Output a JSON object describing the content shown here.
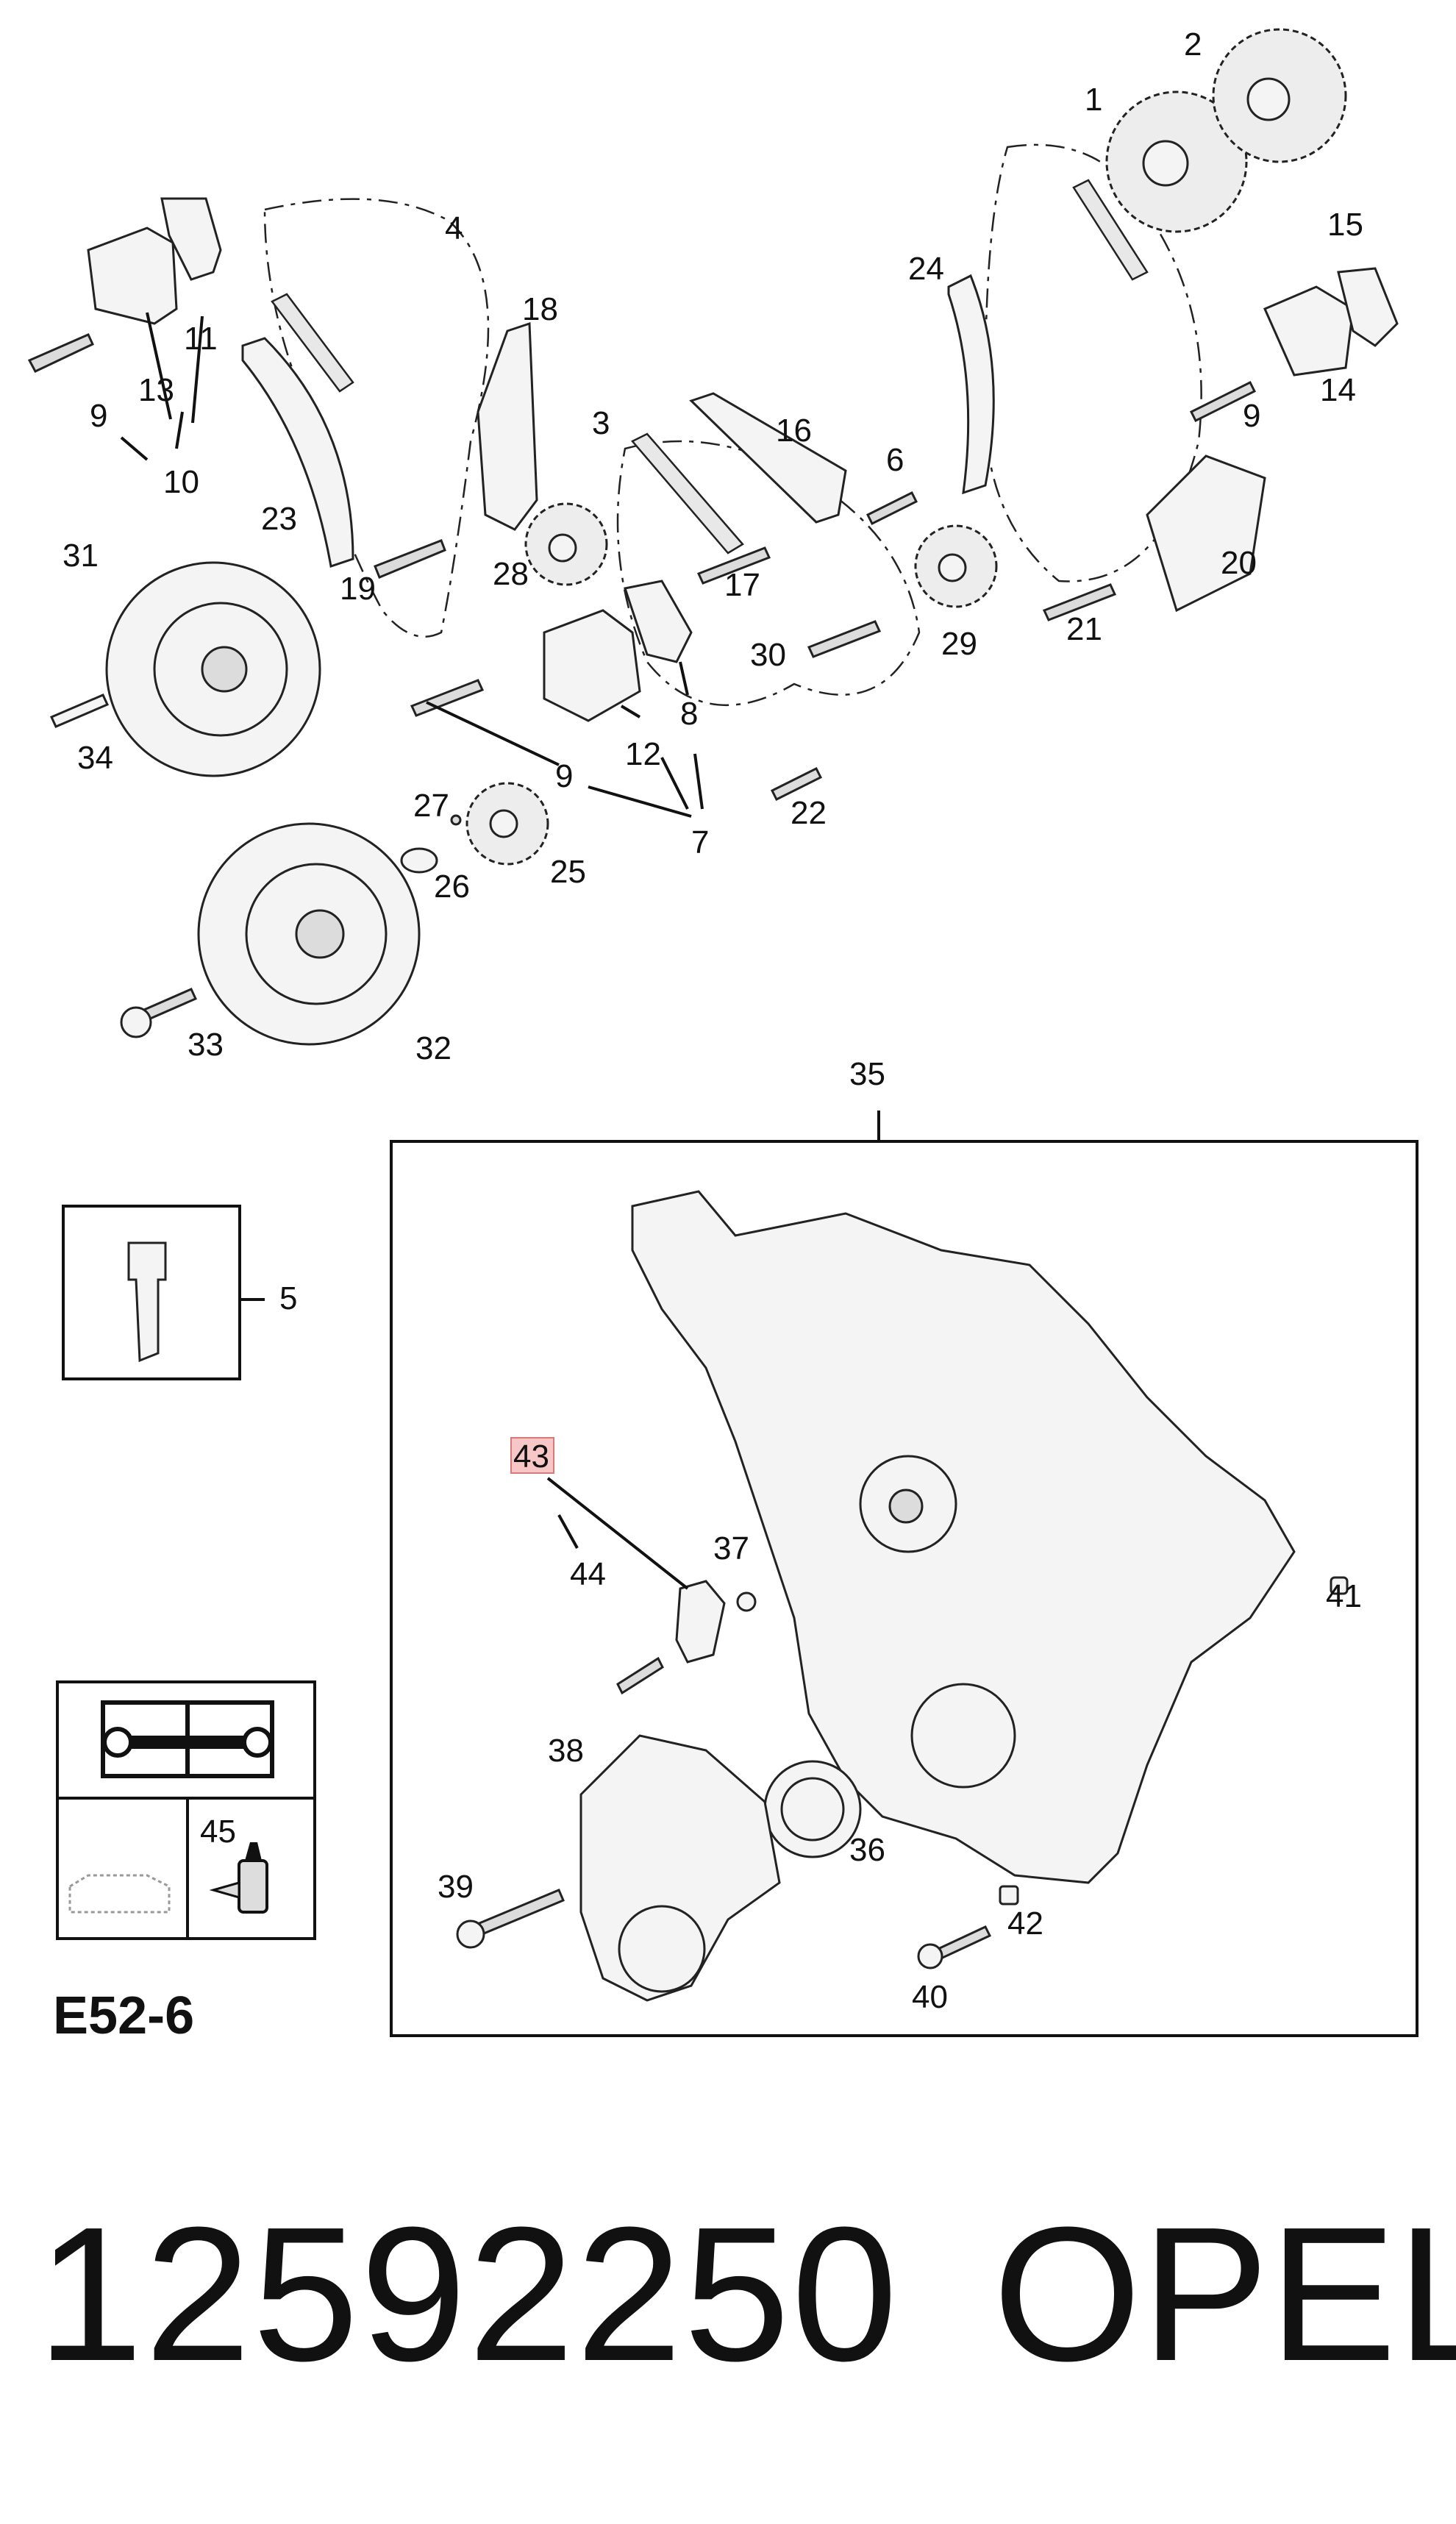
{
  "diagram": {
    "code": "E52-6",
    "part_number": "12592250",
    "brand": "OPEL",
    "highlighted_callout": "43",
    "callouts": [
      "1",
      "2",
      "3",
      "4",
      "5",
      "6",
      "7",
      "8",
      "9",
      "10",
      "11",
      "12",
      "13",
      "14",
      "15",
      "16",
      "17",
      "18",
      "19",
      "20",
      "21",
      "22",
      "23",
      "24",
      "25",
      "26",
      "27",
      "28",
      "29",
      "30",
      "31",
      "32",
      "33",
      "34",
      "35",
      "36",
      "37",
      "38",
      "39",
      "40",
      "41",
      "42",
      "43",
      "44",
      "45"
    ],
    "second_nine": "9",
    "third_nine": "9",
    "highlight_color": "#f7c6c6"
  }
}
